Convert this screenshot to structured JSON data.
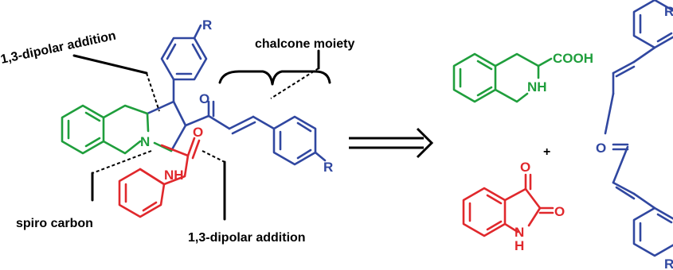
{
  "labels": {
    "top_left": "1,3-dipolar addition",
    "top_right": "chalcone moiety",
    "bottom_left": "spiro carbon",
    "bottom_mid": "1,3-dipolar addition",
    "plus": "+"
  },
  "atoms": {
    "R": "R",
    "N": "N",
    "O": "O",
    "NH": "NH",
    "COOH": "COOH"
  },
  "colors": {
    "green": "#1f9e3c",
    "blue": "#3047a0",
    "red": "#e0282c",
    "black": "#000000"
  },
  "icons": [
    "retrosynthesis-arrow-icon"
  ]
}
